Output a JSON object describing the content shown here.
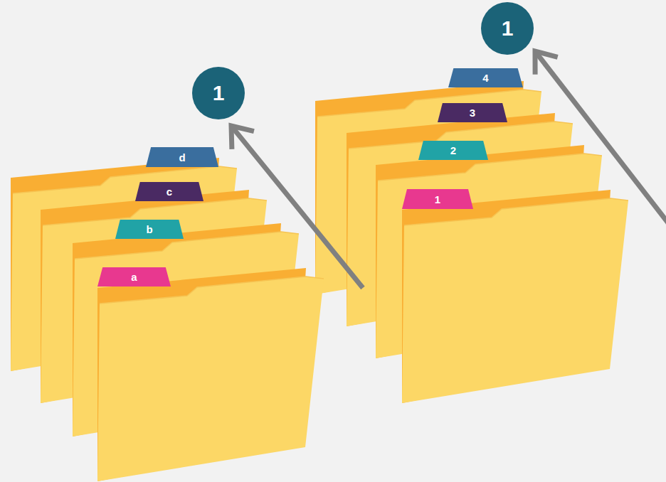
{
  "diagram": {
    "nodes": [
      {
        "text": [
          "1"
        ]
      },
      {
        "text": [
          "d"
        ]
      },
      {
        "text": [
          "c"
        ]
      },
      {
        "text": [
          "b"
        ]
      },
      {
        "text": [
          "a"
        ]
      },
      {
        "text": [
          "1"
        ]
      },
      {
        "text": [
          "4"
        ]
      },
      {
        "text": [
          "3"
        ]
      },
      {
        "text": [
          "2"
        ]
      },
      {
        "text": [
          "1"
        ]
      }
    ]
  }
}
